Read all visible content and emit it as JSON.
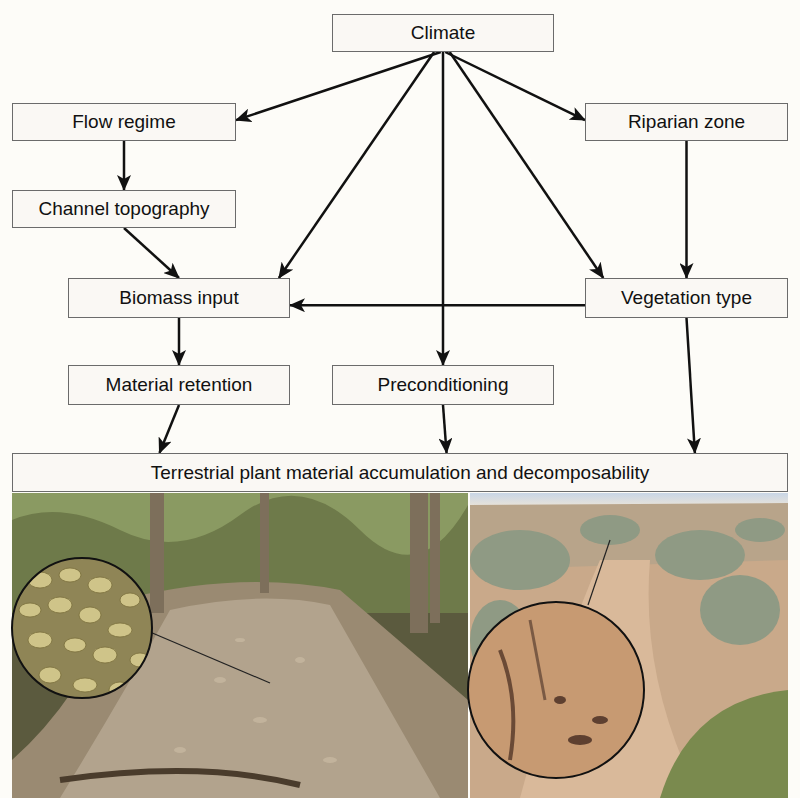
{
  "diagram": {
    "nodes": [
      {
        "text": [
          "Climate"
        ]
      },
      {
        "text": [
          "Flow regime"
        ]
      },
      {
        "text": [
          "Riparian zone"
        ]
      },
      {
        "text": [
          "Channel topography"
        ]
      },
      {
        "text": [
          "Biomass input"
        ]
      },
      {
        "text": [
          "Vegetation type"
        ]
      },
      {
        "text": [
          "Material retention"
        ]
      },
      {
        "text": [
          "Preconditioning"
        ]
      },
      {
        "text": [
          "Terrestrial plant material accumulation and decomposability"
        ]
      }
    ],
    "edges": [
      {
        "from": 0,
        "to": 1,
        "arrow": "to"
      },
      {
        "from": 0,
        "to": 2,
        "arrow": "to"
      },
      {
        "from": 0,
        "to": 4,
        "arrow": "to"
      },
      {
        "from": 0,
        "to": 7,
        "arrow": "to"
      },
      {
        "from": 0,
        "to": 5,
        "arrow": "to"
      },
      {
        "from": 1,
        "to": 3,
        "arrow": "to"
      },
      {
        "from": 3,
        "to": 4,
        "arrow": "to"
      },
      {
        "from": 2,
        "to": 5,
        "arrow": "to"
      },
      {
        "from": 5,
        "to": 4,
        "arrow": "to"
      },
      {
        "from": 4,
        "to": 6,
        "arrow": "to"
      },
      {
        "from": 6,
        "to": 8,
        "arrow": "to"
      },
      {
        "from": 7,
        "to": 8,
        "arrow": "to"
      },
      {
        "from": 5,
        "to": 8,
        "arrow": "to"
      }
    ]
  }
}
